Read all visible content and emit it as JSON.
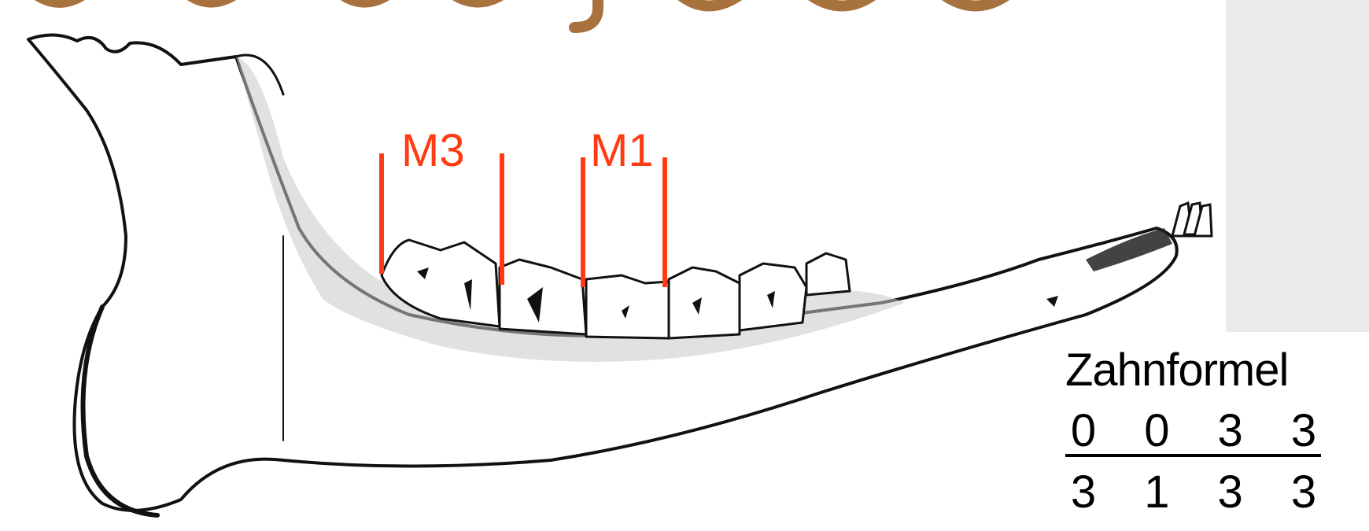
{
  "labels": {
    "left_molar": "M3",
    "right_molar": "M1"
  },
  "colors": {
    "accent": "#ff3b14",
    "title_brown": "#a8723e",
    "background": "#ebebeb"
  },
  "formula": {
    "title": "Zahnformel",
    "upper": [
      "0",
      "0",
      "3",
      "3"
    ],
    "lower": [
      "3",
      "1",
      "3",
      "3"
    ]
  }
}
